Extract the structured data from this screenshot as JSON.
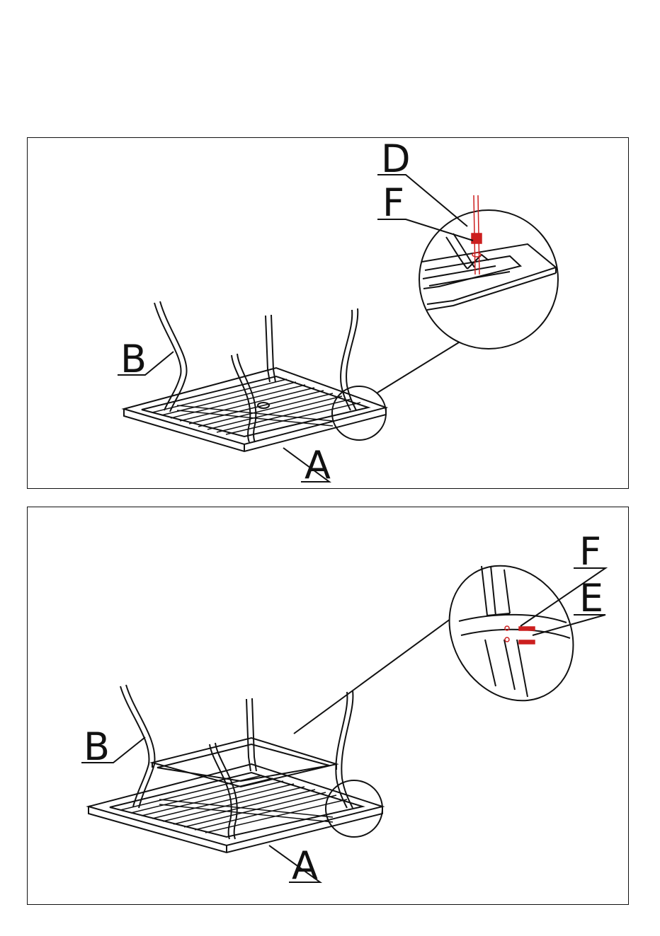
{
  "panel1": {
    "labels": {
      "a": "A",
      "b": "B",
      "d": "D",
      "f": "F"
    }
  },
  "panel2": {
    "labels": {
      "a": "A",
      "b": "B",
      "e": "E",
      "f": "F"
    }
  },
  "colors": {
    "line": "#111111",
    "hardware": "#cc1f1f"
  }
}
